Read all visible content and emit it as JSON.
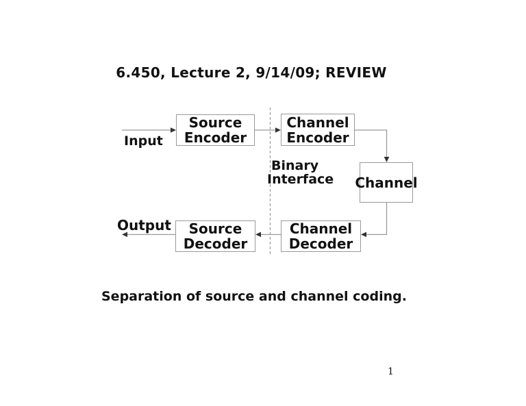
{
  "title": "6.450, Lecture 2, 9/14/09; REVIEW",
  "caption": "Separation of source and channel coding.",
  "page_number": "1",
  "diagram": {
    "input_label": "Input",
    "output_label": "Output",
    "binary_interface": {
      "line1": "Binary",
      "line2": "Interface"
    },
    "source_encoder": {
      "line1": "Source",
      "line2": "Encoder"
    },
    "channel_encoder": {
      "line1": "Channel",
      "line2": "Encoder"
    },
    "channel": {
      "label": "Channel"
    },
    "channel_decoder": {
      "line1": "Channel",
      "line2": "Decoder"
    },
    "source_decoder": {
      "line1": "Source",
      "line2": "Decoder"
    },
    "colors": {
      "background": "#ffffff",
      "text": "#111111",
      "box_border": "#999999",
      "connector_line": "#999999",
      "dashed_divider": "#9a9a9a",
      "arrowhead": "#333333"
    }
  }
}
